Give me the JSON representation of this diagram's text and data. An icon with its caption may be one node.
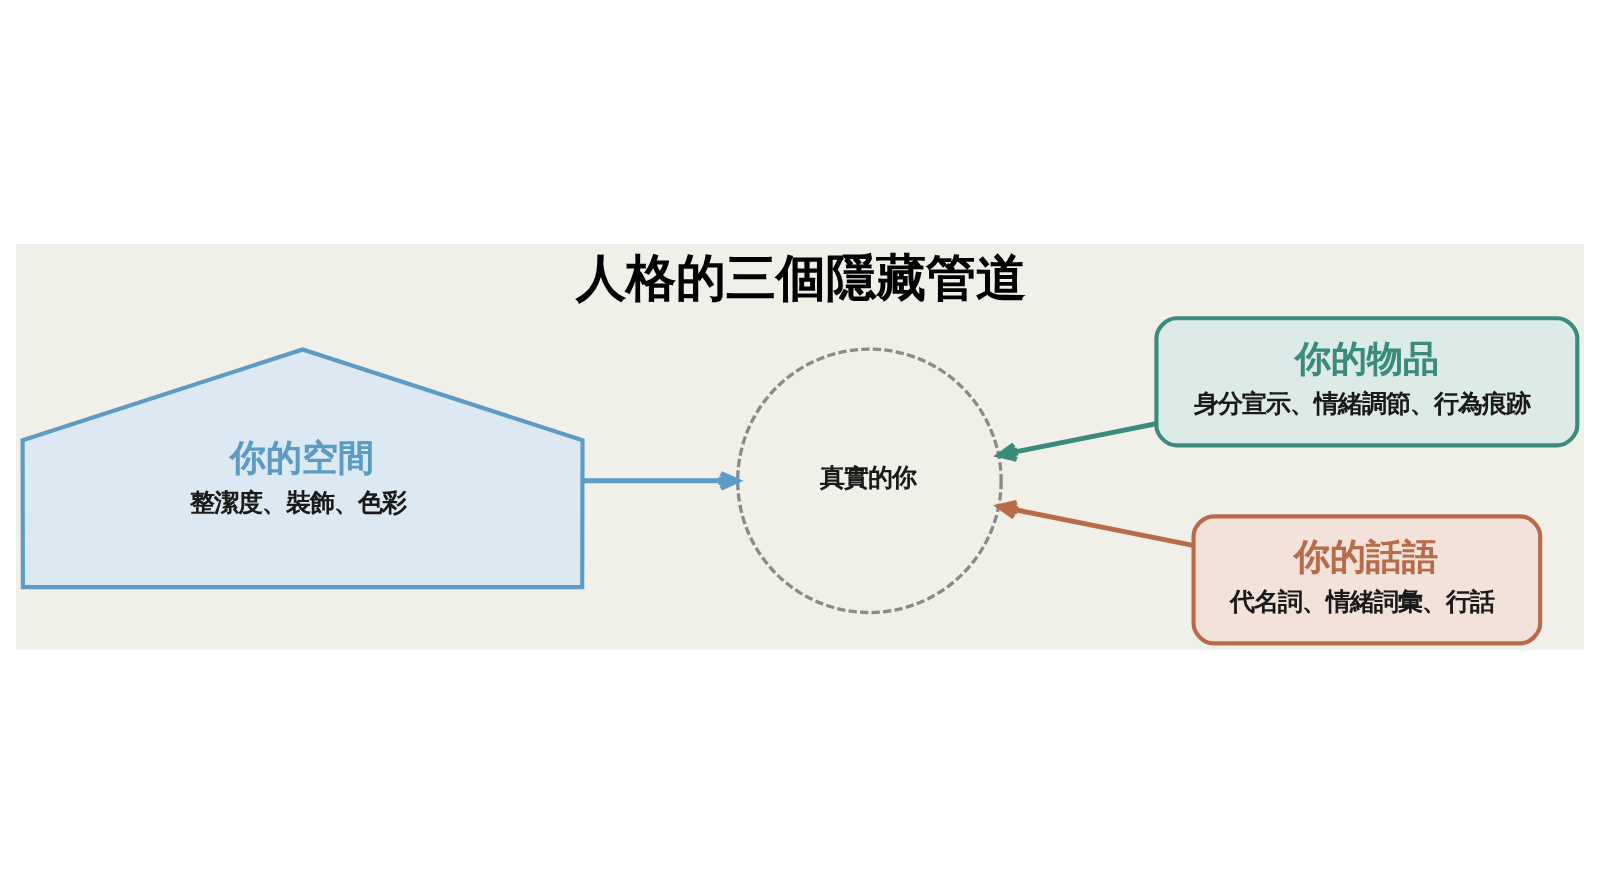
{
  "diagram": {
    "title": "人格的三個隱藏管道",
    "nodes": [
      {
        "text": [
          "你的空間",
          "整潔度、裝飾、色彩"
        ]
      },
      {
        "text": [
          "真實的你"
        ]
      },
      {
        "text": [
          "你的物品",
          "身分宣示、情緒調節、行為痕跡"
        ]
      },
      {
        "text": [
          "你的話語",
          "代名詞、情緒詞彙、行話"
        ]
      }
    ],
    "edges": [
      {
        "from": 0,
        "to": 1,
        "arrow": "to",
        "color": "#5b9bc4"
      },
      {
        "from": 2,
        "to": 1,
        "arrow": "to",
        "color": "#3a8a7e"
      },
      {
        "from": 3,
        "to": 1,
        "arrow": "to",
        "color": "#b86b4b"
      }
    ]
  }
}
